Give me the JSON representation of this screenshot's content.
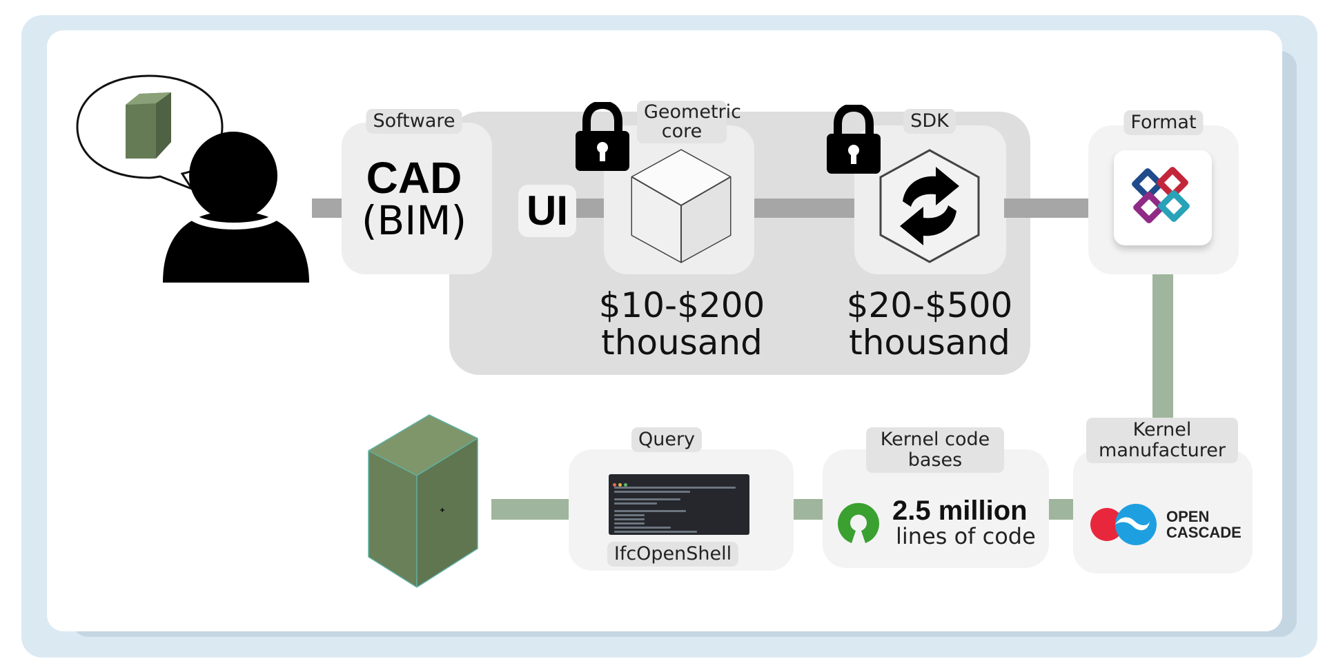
{
  "labels": {
    "software": "Software",
    "cad": "CAD",
    "bim": "(BIM)",
    "ui": "UI",
    "geometric_core": "Geometric core",
    "sdk": "SDK",
    "format": "Format",
    "price_core": "$10-$200 thousand",
    "price_sdk": "$20-$500 thousand",
    "query": "Query",
    "ifcopenshell": "IfcOpenShell",
    "kernel_code_bases": "Kernel code bases",
    "lines_amount": "2.5 million",
    "lines_unit": "lines of code",
    "kernel_manufacturer": "Kernel manufacturer",
    "open": "OPEN",
    "cascade": "CASCADE"
  },
  "colors": {
    "gray_connector": "#a6a6a6",
    "green_connector": "#a0b59d",
    "box_green": "#687e58",
    "panel_gray": "#dedede",
    "frame_blue": "#dbe9f3"
  },
  "icons": {
    "person": "person-icon",
    "lock": "lock-icon",
    "cube": "cube-icon",
    "sync": "sync-icon",
    "ifc": "ifc-logo-icon",
    "osi": "open-source-icon",
    "occ": "open-cascade-logo-icon"
  }
}
